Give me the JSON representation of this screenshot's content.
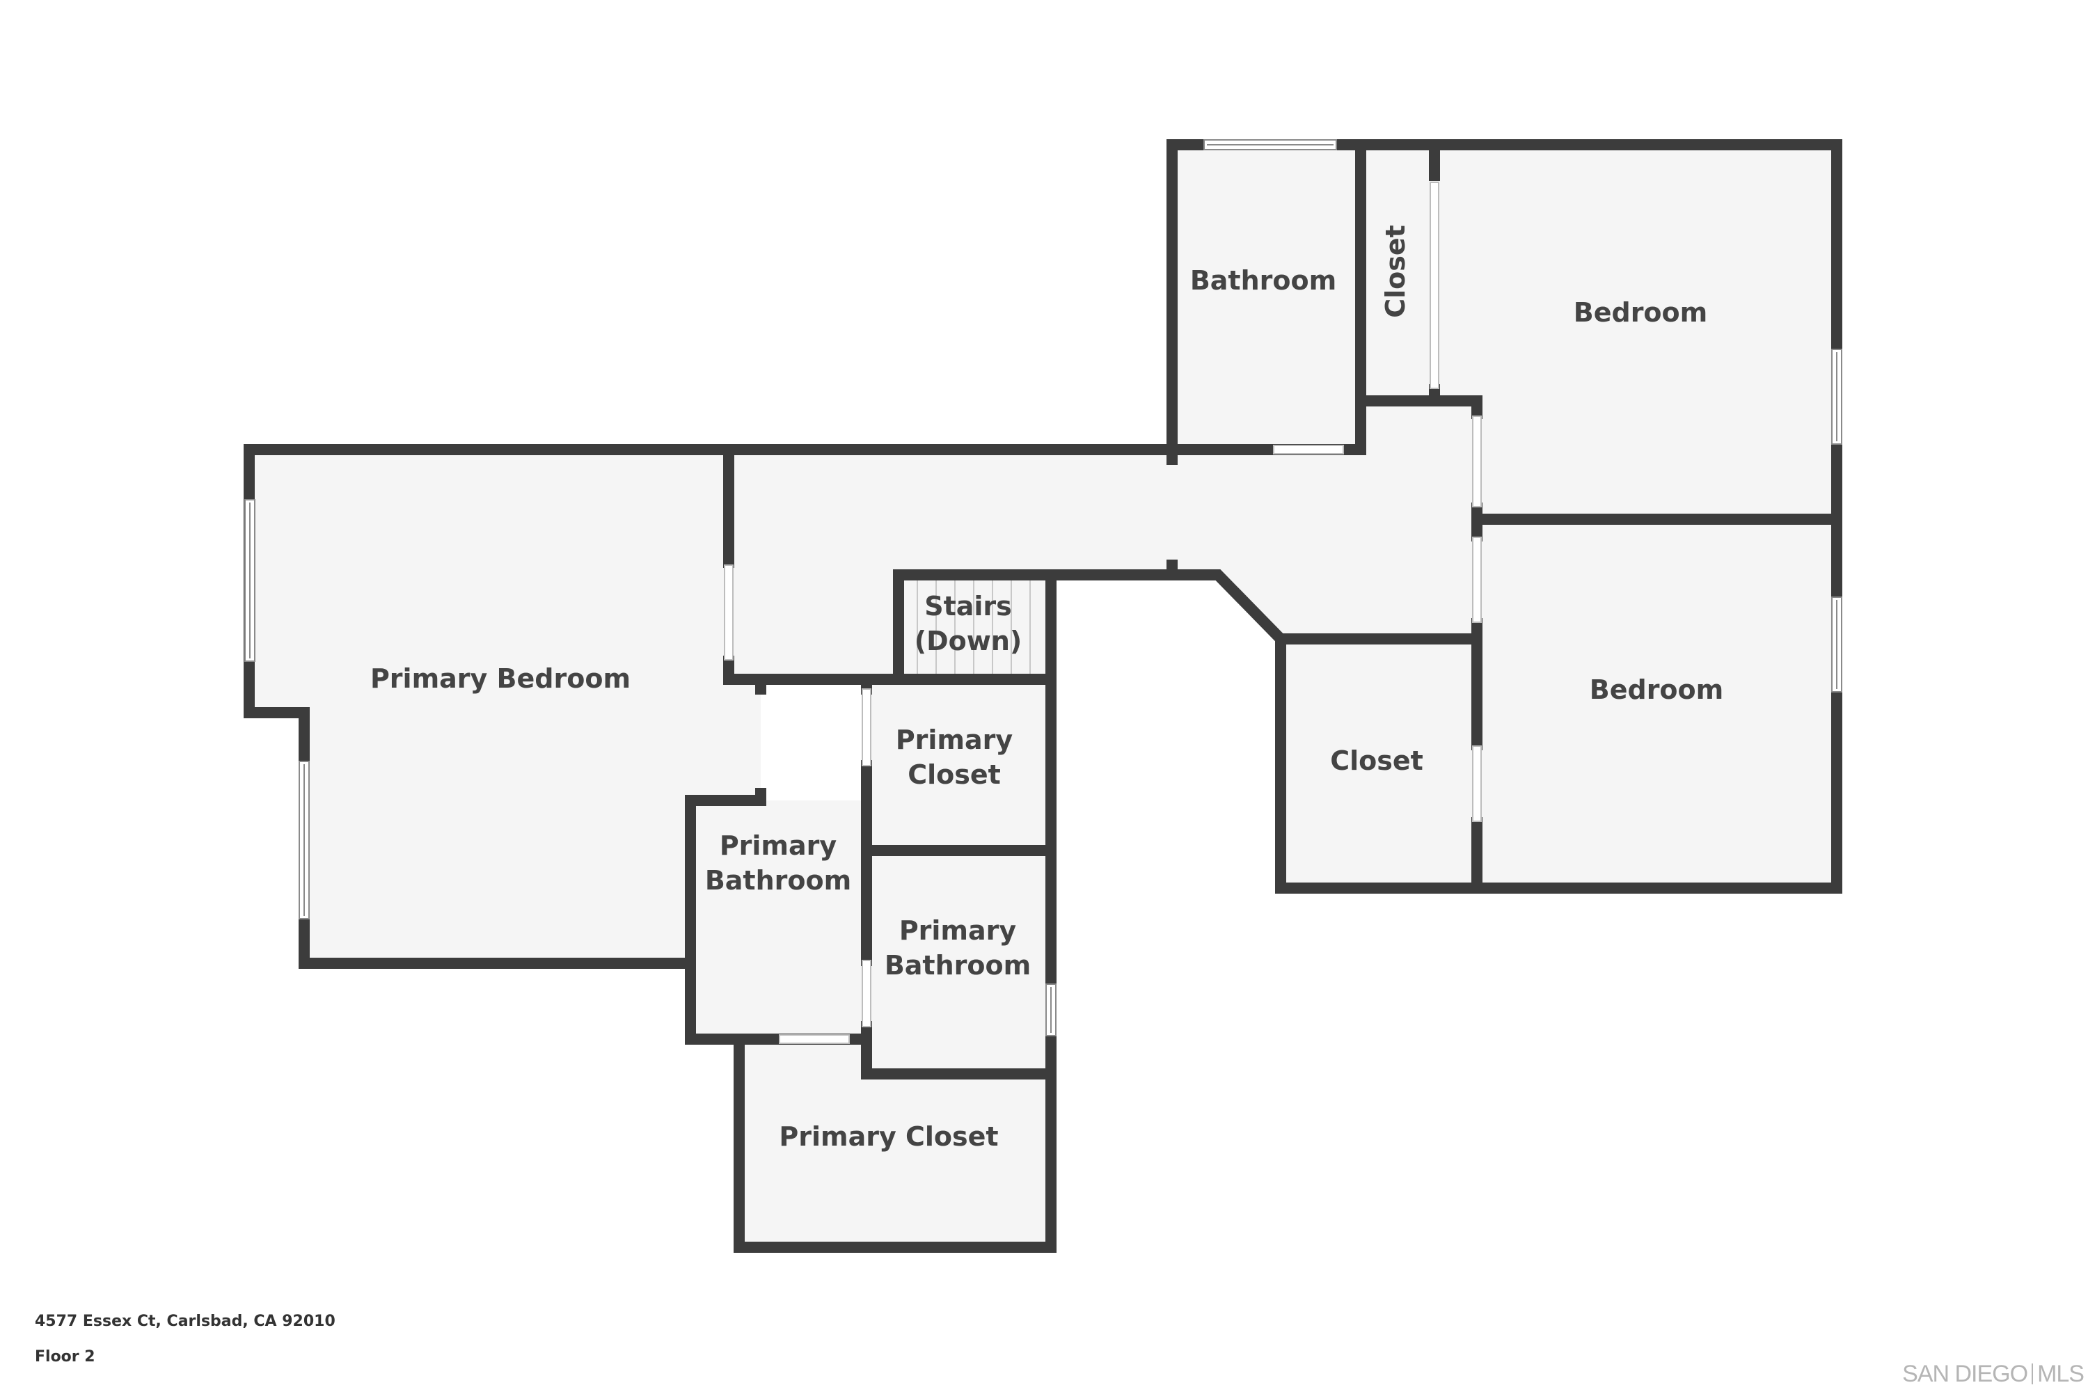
{
  "rooms": {
    "bathroom": "Bathroom",
    "closet_vertical": "Closet",
    "bedroom_upper": "Bedroom",
    "stairs_line1": "Stairs",
    "stairs_line2": "(Down)",
    "primary_bedroom": "Primary Bedroom",
    "primary_closet_small_line1": "Primary",
    "primary_closet_small_line2": "Closet",
    "closet_right": "Closet",
    "bedroom_lower": "Bedroom",
    "primary_bathroom_left_line1": "Primary",
    "primary_bathroom_left_line2": "Bathroom",
    "primary_bathroom_right_line1": "Primary",
    "primary_bathroom_right_line2": "Bathroom",
    "primary_closet_bottom": "Primary Closet"
  },
  "footer": {
    "address": "4577 Essex Ct, Carlsbad, CA 92010",
    "floor": "Floor 2"
  },
  "logo": {
    "left": "SAN DIEGO",
    "right": "MLS"
  },
  "colors": {
    "wall": "#3c3c3c",
    "floor": "#f5f5f5",
    "label": "#444444",
    "logo": "#b5b5b5"
  }
}
